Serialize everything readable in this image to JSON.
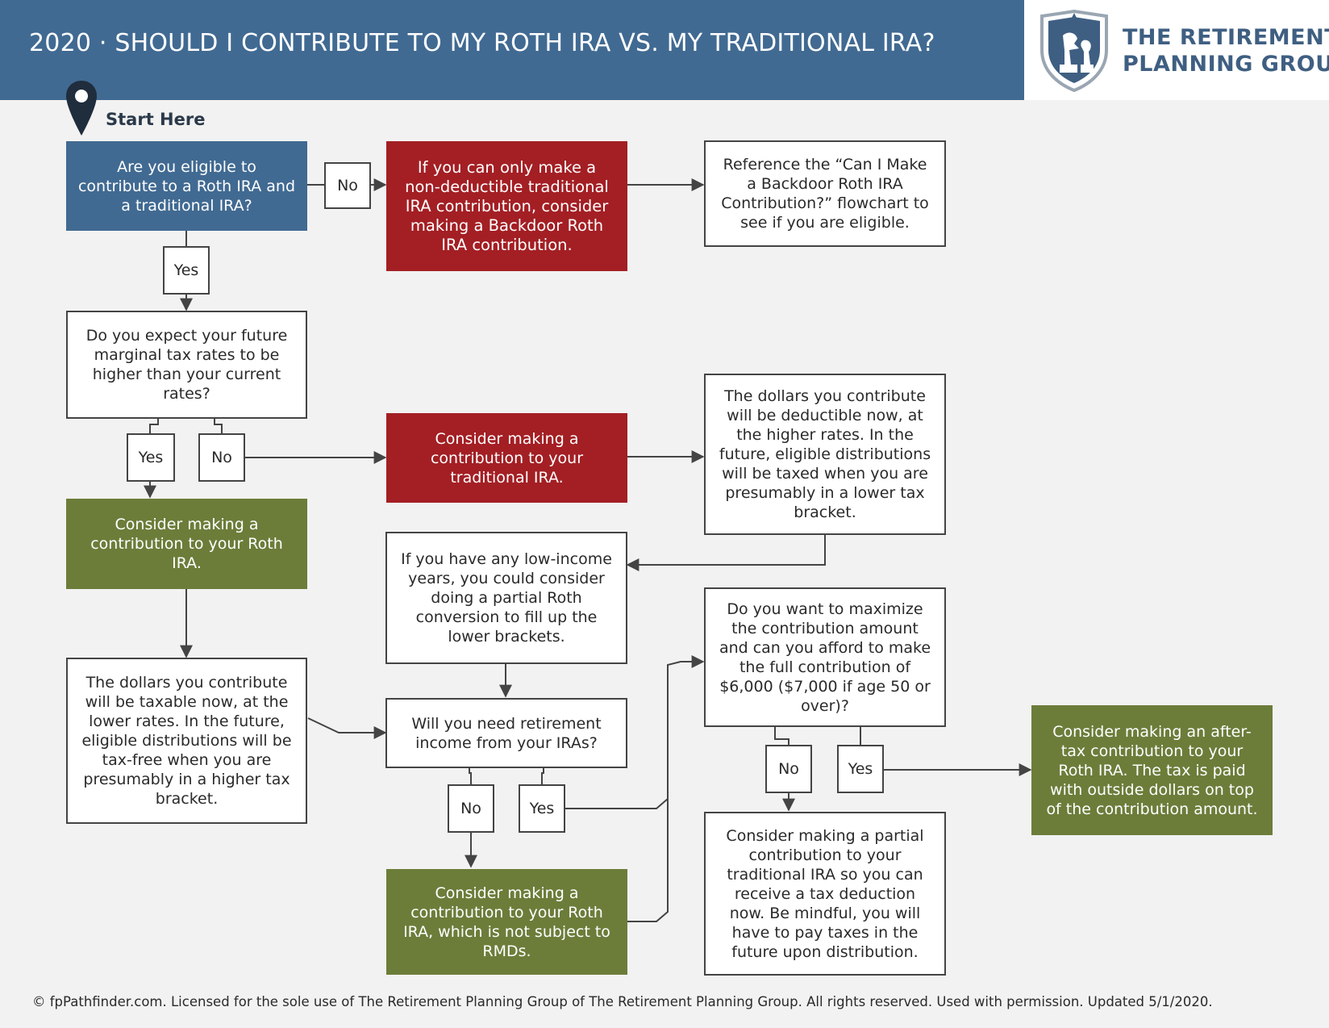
{
  "header": {
    "title": "2020 · SHOULD I CONTRIBUTE TO MY ROTH IRA VS. MY TRADITIONAL IRA?",
    "logo_line1": "THE RETIREMENT",
    "logo_line2": "PLANNING GROUP"
  },
  "start": {
    "label": "Start Here"
  },
  "nodes": {
    "q_eligible": "Are you eligible to contribute to a Roth IRA and a traditional IRA?",
    "r_backdoor": "If you can only make a non-deductible traditional IRA contribution, consider making a Backdoor Roth IRA contribution.",
    "w_reference": "Reference the “Can I Make a Backdoor Roth IRA Contribution?” flowchart to see if you are eligible.",
    "q_future_rates": "Do you expect your future marginal tax rates to be higher than your current rates?",
    "r_traditional": "Consider making a contribution to your traditional IRA.",
    "w_deductible": "The dollars you contribute will be deductible now, at the higher rates. In the future, eligible distributions will be taxed when you are presumably in a lower tax bracket.",
    "g_roth": "Consider making a contribution to your Roth IRA.",
    "w_low_income": "If you have any low-income years, you could consider doing a partial Roth conversion to fill up the lower brackets.",
    "w_taxable": "The dollars you contribute will be taxable now, at the lower rates. In the future, eligible distributions will be tax-free when you are presumably in a higher tax bracket.",
    "q_need_income": "Will you need retirement income from your IRAs?",
    "q_maximize": "Do you want to maximize the contribution amount and can you afford to make the full contribution of $6,000 ($7,000 if age 50 or over)?",
    "g_after_tax": "Consider making an after-tax contribution to your Roth IRA. The tax is paid with outside dollars on top of the contribution amount.",
    "w_partial": "Consider making a partial contribution to your traditional IRA so you can receive a tax deduction now. Be mindful, you will have to pay taxes in the future upon distribution.",
    "g_roth_rmd": "Consider making a contribution to your Roth IRA, which is not subject to RMDs."
  },
  "labels": {
    "no_eligible": "No",
    "yes_eligible": "Yes",
    "yes_rates": "Yes",
    "no_rates": "No",
    "no_income": "No",
    "yes_income": "Yes",
    "no_maximize": "No",
    "yes_maximize": "Yes"
  },
  "colors": {
    "header_blue": "#416a92",
    "question_blue": "#416a92",
    "outcome_red": "#a31f24",
    "outcome_green": "#6c7d3a",
    "background": "#f2f2f2"
  },
  "footer": {
    "text": "© fpPathfinder.com. Licensed for the sole use of The Retirement Planning Group of The Retirement Planning Group. All rights reserved. Used with permission. Updated 5/1/2020."
  }
}
